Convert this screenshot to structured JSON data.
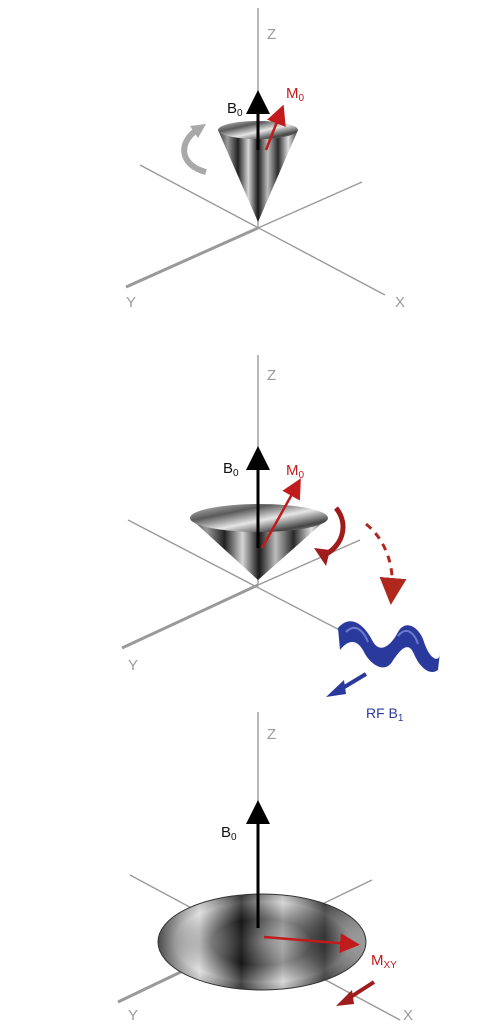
{
  "colors": {
    "axis": "#9a9a9a",
    "b0": "#000000",
    "magnetization": "#c21b1b",
    "precession_arrow": "#a9a9a9",
    "rf": "#2a3a9c"
  },
  "panels": [
    {
      "z_label": "Z",
      "y_label": "Y",
      "x_label": "X",
      "b0_label": "B",
      "b0_sub": "0",
      "m_label": "M",
      "m_sub": "0"
    },
    {
      "z_label": "Z",
      "y_label": "Y",
      "x_label": "X",
      "b0_label": "B",
      "b0_sub": "0",
      "m_label": "M",
      "m_sub": "0",
      "rf_label": "RF B",
      "rf_sub": "1"
    },
    {
      "z_label": "Z",
      "y_label": "Y",
      "x_label": "X",
      "b0_label": "B",
      "b0_sub": "0",
      "m_label": "M",
      "m_sub": "XY"
    }
  ]
}
